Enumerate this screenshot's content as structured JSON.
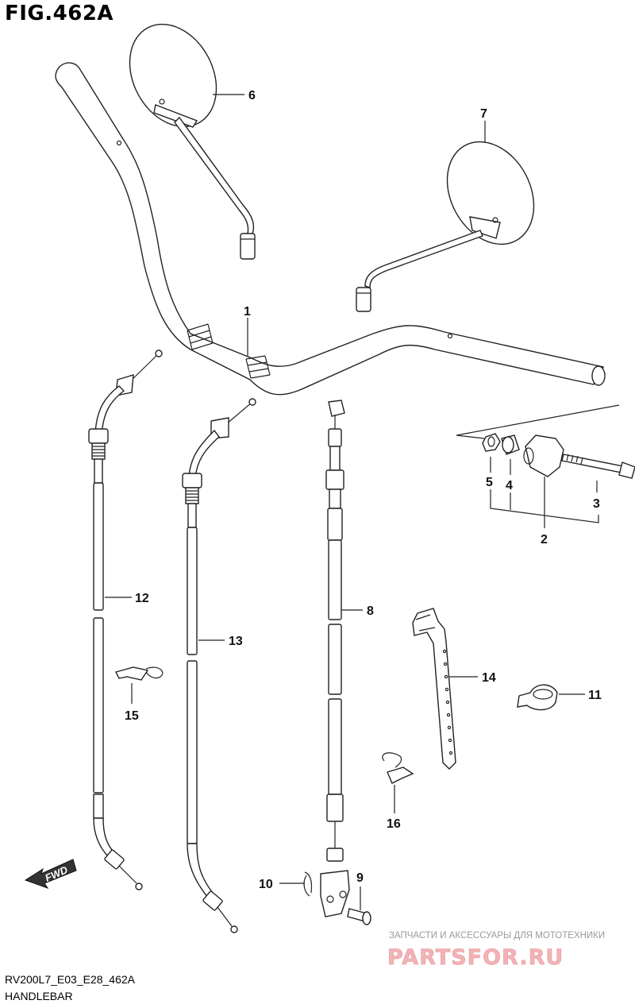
{
  "figure": {
    "title": "FIG.462A",
    "model_code": "RV200L7_E03_E28_462A",
    "section_name": "HANDLEBAR"
  },
  "watermark": {
    "subtitle": "ЗАПЧАСТИ И АКСЕССУАРЫ ДЛЯ МОТОТЕХНИКИ",
    "logo_text": "PARTSFOR.RU",
    "color": "#f1b3b6"
  },
  "direction_arrow": {
    "label": "FWD"
  },
  "part_labels": {
    "p1": "1",
    "p2": "2",
    "p3": "3",
    "p4": "4",
    "p5": "5",
    "p6": "6",
    "p7": "7",
    "p8": "8",
    "p9": "9",
    "p10": "10",
    "p11": "11",
    "p12": "12",
    "p13": "13",
    "p14": "14",
    "p15": "15",
    "p16": "16"
  }
}
